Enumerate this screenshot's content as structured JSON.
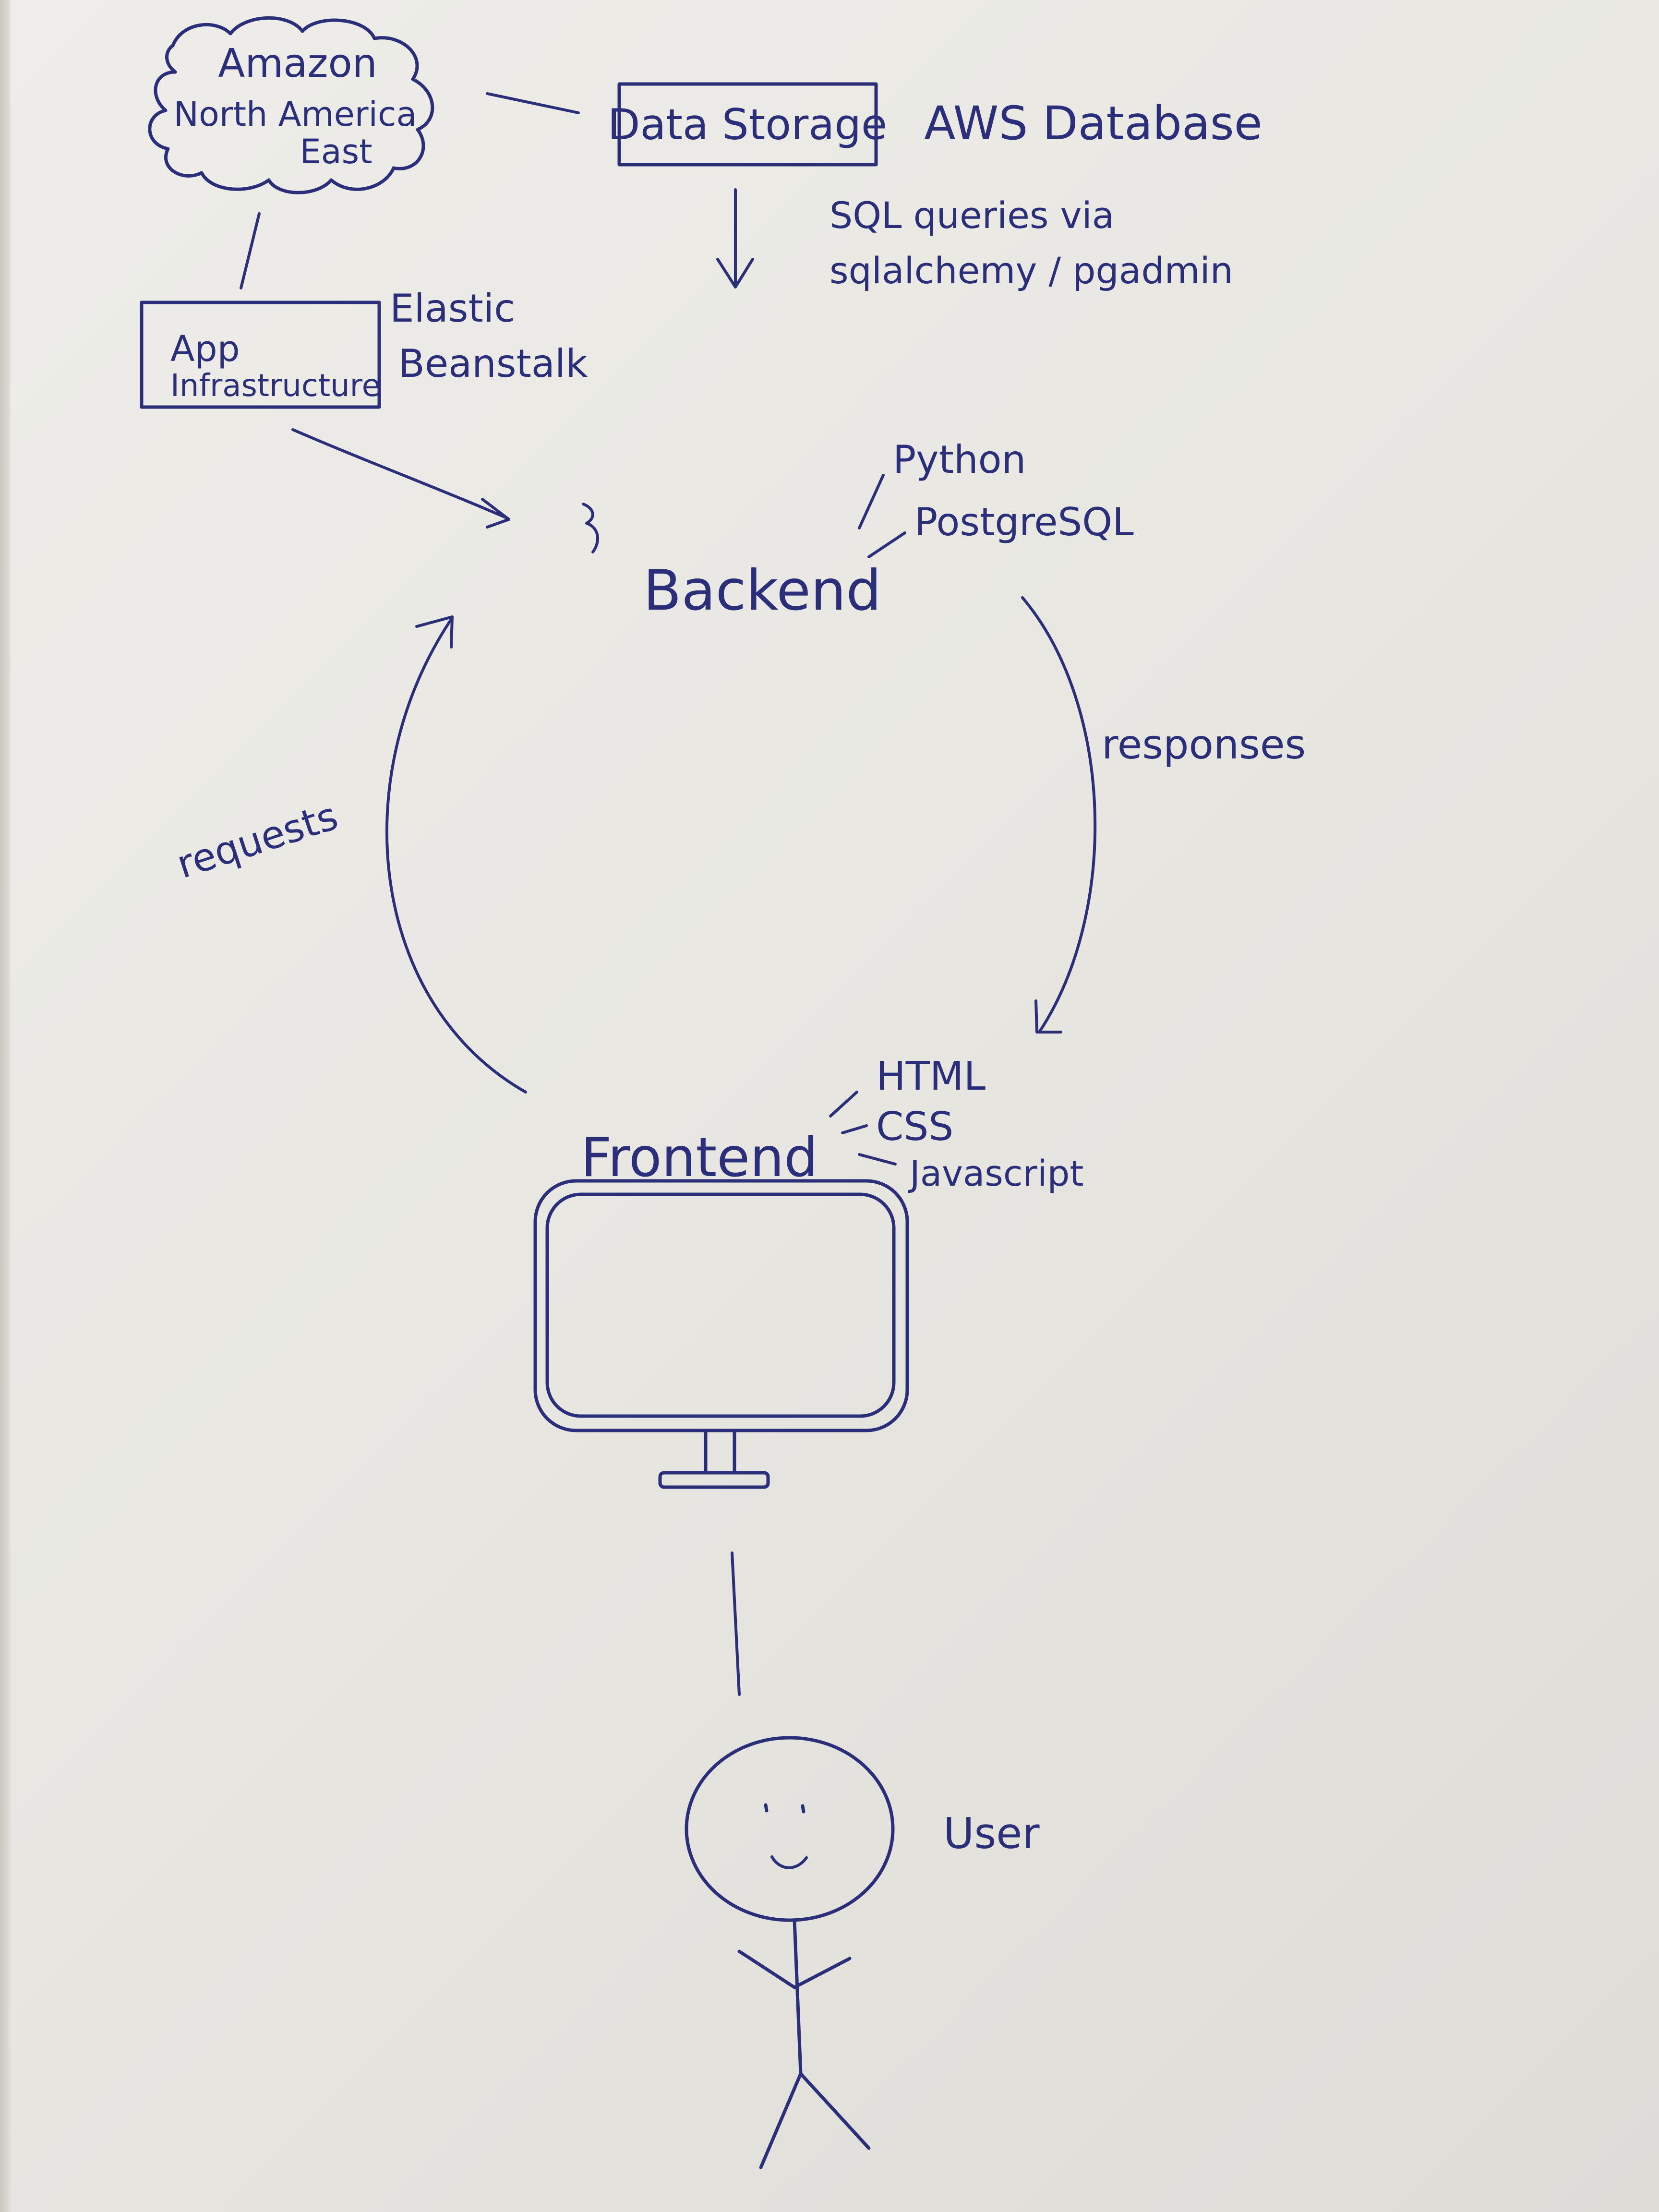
{
  "nodes": {
    "cloud": {
      "line1": "Amazon",
      "line2": "North America",
      "line3": "East"
    },
    "data_storage": {
      "label": "Data Storage",
      "note": "AWS Database"
    },
    "sql": {
      "line1": "SQL queries via",
      "line2": "sqlalchemy / pgadmin"
    },
    "app_infra": {
      "line1": "App",
      "line2": "Infrastructure",
      "note1": "Elastic",
      "note2": "Beanstalk"
    },
    "backend": {
      "label": "Backend",
      "tech1": "Python",
      "tech2": "PostgreSQL"
    },
    "frontend": {
      "label": "Frontend",
      "tech1": "HTML",
      "tech2": "CSS",
      "tech3": "Javascript"
    },
    "user": {
      "label": "User"
    }
  },
  "edges": {
    "requests": "requests",
    "responses": "responses"
  },
  "colors": {
    "ink": "#2b2f7a",
    "paper": "#e9e8e4"
  }
}
